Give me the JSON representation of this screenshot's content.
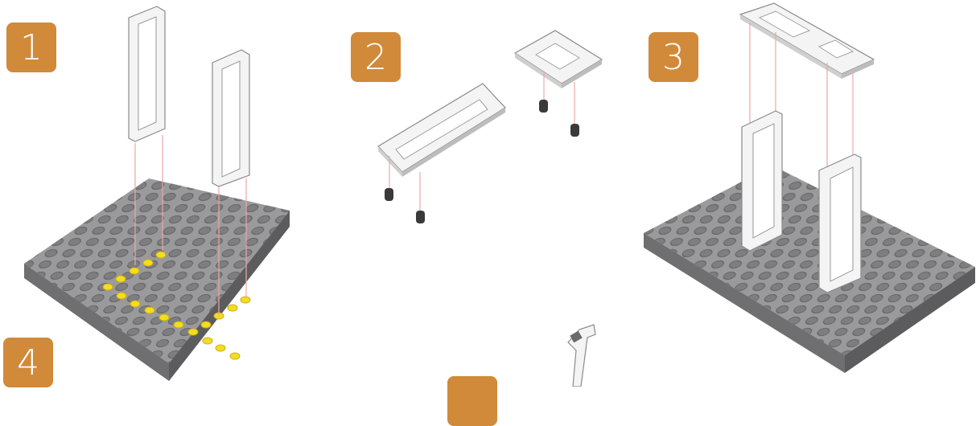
{
  "colors": {
    "badge": "#d08a3a",
    "plate": "#8a8a8c",
    "plate_top": "#9c9c9e",
    "plate_side": "#6e6e70",
    "stud": "#7d7d80",
    "highlight_stud": "#f4dc22",
    "frame": "#f2f2f2",
    "frame_stroke": "#8a8a8a",
    "guide_line": "#e8a8a8",
    "peg": "#3a3a3a"
  },
  "steps": [
    {
      "number": "1"
    },
    {
      "number": "2"
    },
    {
      "number": "3"
    },
    {
      "number": "4"
    },
    {
      "number": ""
    }
  ],
  "icons": [
    "baseplate-icon",
    "frame-beam-icon",
    "connector-peg-icon",
    "guide-line-icon"
  ]
}
